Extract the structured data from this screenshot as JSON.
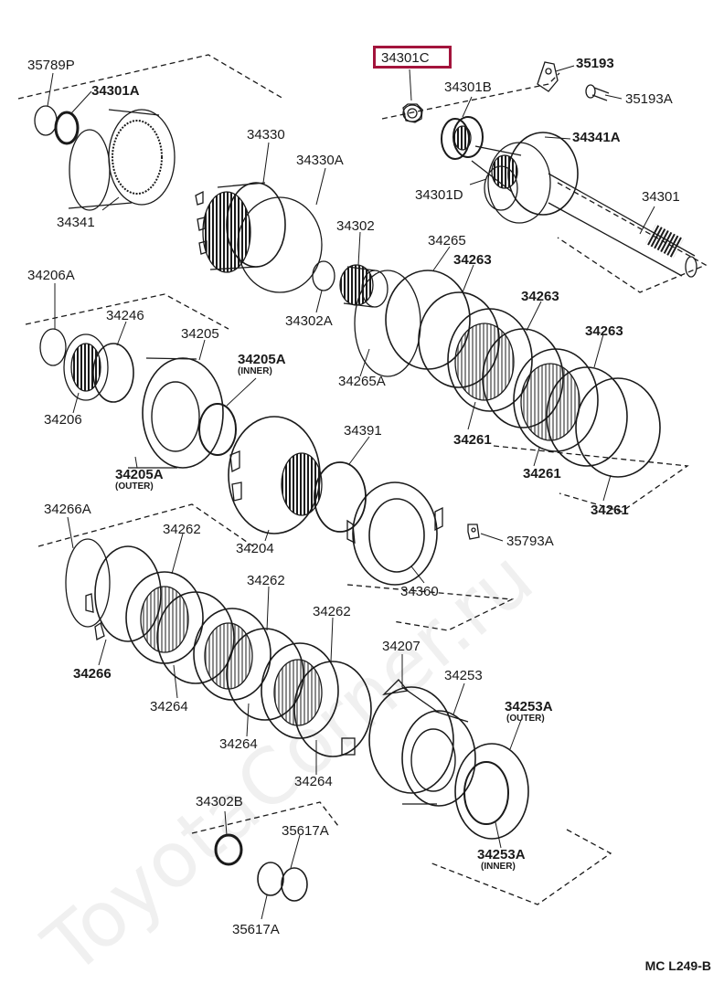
{
  "labels": {
    "p35789P": "35789P",
    "p34301A": "34301A",
    "p34341": "34341",
    "p34301C": "34301C",
    "p34301B": "34301B",
    "p35193": "35193",
    "p35193A": "35193A",
    "p34341A": "34341A",
    "p34301D": "34301D",
    "p34301": "34301",
    "p34330": "34330",
    "p34330A": "34330A",
    "p34302": "34302",
    "p34302A": "34302A",
    "p34265": "34265",
    "p34263a": "34263",
    "p34263b": "34263",
    "p34263c": "34263",
    "p34265A": "34265A",
    "p34261a": "34261",
    "p34261b": "34261",
    "p34261c": "34261",
    "p34206A": "34206A",
    "p34246": "34246",
    "p34205": "34205",
    "p34205A_inner": "34205A",
    "p34206": "34206",
    "p34205A_outer": "34205A",
    "p34391": "34391",
    "p34204": "34204",
    "p34360": "34360",
    "p35793A": "35793A",
    "p34266A": "34266A",
    "p34262a": "34262",
    "p34262b": "34262",
    "p34262c": "34262",
    "p34266": "34266",
    "p34264a": "34264",
    "p34264b": "34264",
    "p34264c": "34264",
    "p34207": "34207",
    "p34253": "34253",
    "p34253A_outer": "34253A",
    "p34253A_inner": "34253A",
    "p34302B": "34302B",
    "p35617Aa": "35617A",
    "p35617Ab": "35617A"
  },
  "sublabels": {
    "inner": "(INNER)",
    "outer": "(OUTER)"
  },
  "footer": "MC  L249-B",
  "watermark": "ToyotaCorner.ru",
  "colors": {
    "line": "#1a1a1a",
    "highlight": "#a3143c"
  }
}
